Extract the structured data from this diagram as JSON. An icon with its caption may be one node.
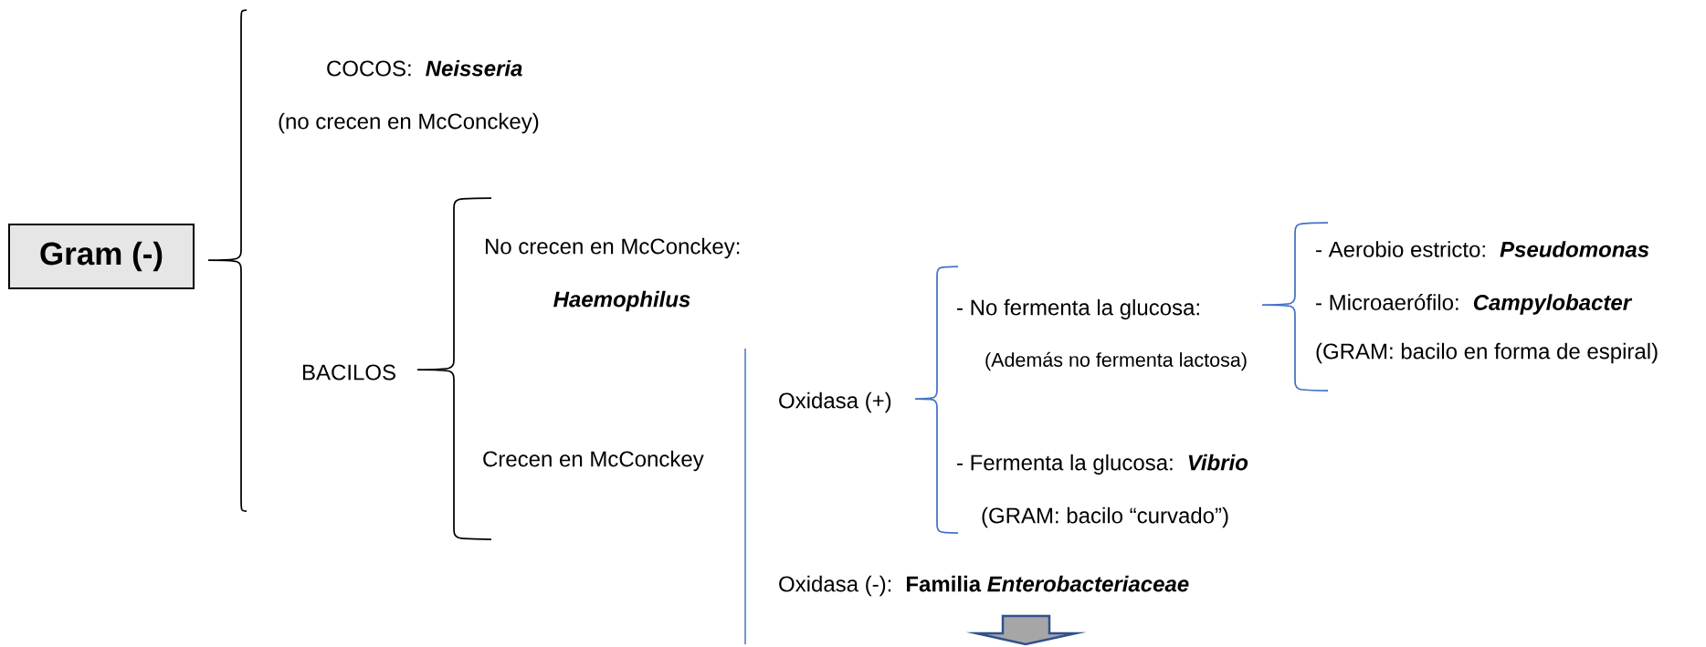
{
  "diagram": {
    "nodes": [
      {
        "text": [
          "Gram (-)"
        ]
      }
    ],
    "labels": [
      "COCOS:",
      "Neisseria",
      "(no crecen en McConckey)",
      "No crecen en McConckey:",
      "Haemophilus",
      "BACILOS",
      "- Aerobio estricto:",
      "Pseudomonas",
      "- No fermenta la glucosa:",
      "- Microaerófilo:",
      "Campylobacter",
      "(Además no fermenta lactosa)",
      "(GRAM: bacilo en forma de espiral)",
      "Oxidasa (+)",
      "Crecen en McConckey",
      "- Fermenta la glucosa:",
      "Vibrio",
      "(GRAM: bacilo “curvado”)",
      "Oxidasa (-):",
      "Familia *Enterobacteriaceae*"
    ]
  }
}
